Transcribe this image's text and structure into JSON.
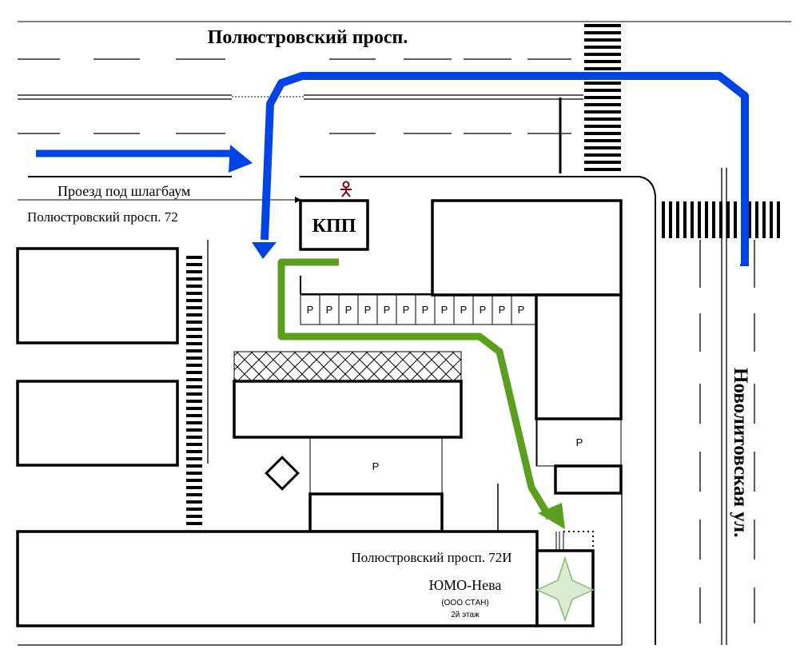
{
  "streets": {
    "polyustrovsky": "Полюстровский просп.",
    "novolitovskaya": "Новолитовская ул."
  },
  "labels": {
    "barrier_passage": "Проезд под шлагбаум",
    "address_72": "Полюстровский просп. 72",
    "checkpoint": "КПП",
    "address_72i": "Полюстровский просп. 72И",
    "company": "ЮМО-Нева",
    "company_legal": "(ООО СТАН)",
    "floor": "2й этаж",
    "parking": "P"
  },
  "legend_colors": {
    "car_route": "#0044e6",
    "pedestrian_route": "#5aa01e",
    "entrance_marker": "#d9ecd0",
    "person_marker": "#8b0000"
  }
}
